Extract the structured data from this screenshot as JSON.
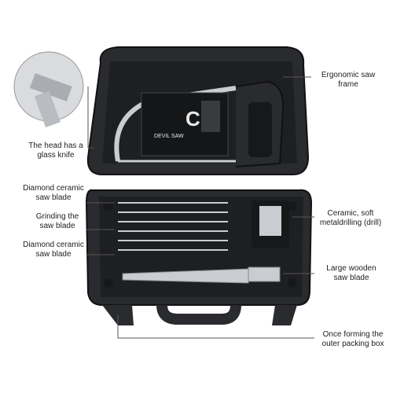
{
  "callouts": {
    "frame_line1": "Ergonomic saw",
    "frame_line2": "frame",
    "head_line1": "The head has a",
    "head_line2": "glass knife",
    "diamond_top_line1": "Diamond ceramic",
    "diamond_top_line2": "saw blade",
    "grinding_line1": "Grinding the",
    "grinding_line2": "saw blade",
    "diamond_bottom_line1": "Diamond ceramic",
    "diamond_bottom_line2": "saw blade",
    "ceramic_line1": "Ceramic, soft",
    "ceramic_line2": "metaldrilling (drill)",
    "wooden_line1": "Large wooden",
    "wooden_line2": "saw blade",
    "box_line1": "Once forming the",
    "box_line2": "outer packing box"
  },
  "product": {
    "brand": "DEVIL SAW",
    "model": "C.1"
  },
  "colors": {
    "case": "#2a2b2e",
    "case_light": "#3a3b3f",
    "case_dark": "#17181a",
    "metal": "#c9cdd2",
    "leader": "#555555"
  }
}
